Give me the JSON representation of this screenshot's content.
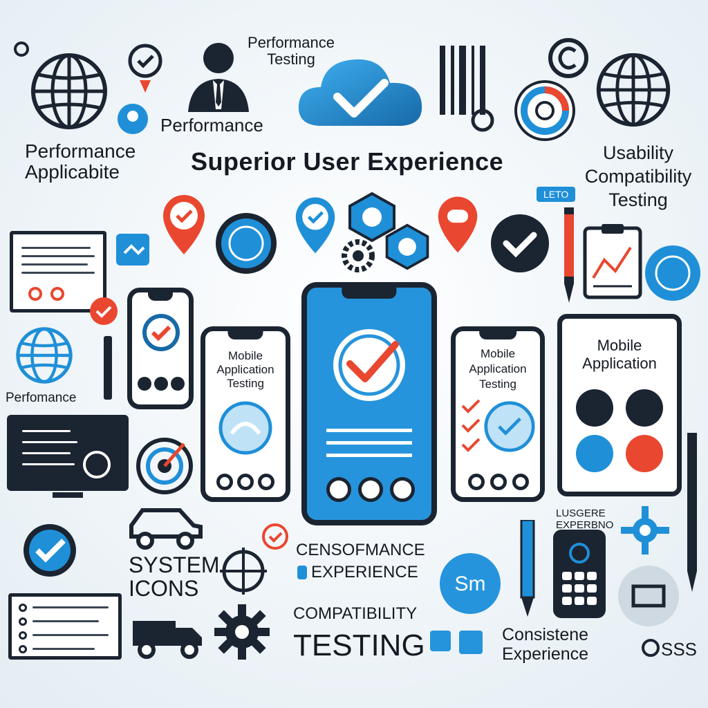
{
  "labels": {
    "headline": "Superior User Experience",
    "performance_testing_line1": "Performance",
    "performance_testing_line2": "Testing",
    "performance_top": "Performance",
    "performance_left_line1": "Performance",
    "performance_left_line2": "Applicabite",
    "usability_line1": "Usability",
    "usability_line2": "Compatibility",
    "usability_line3": "Testing",
    "performance_small": "Perfomance",
    "badge": "LETO",
    "phone_left_line1": "Mobile",
    "phone_left_line2": "Application",
    "phone_left_line3": "Testing",
    "phone_right_line1": "Mobile",
    "phone_right_line2": "Application",
    "phone_right_line3": "Testing",
    "tablet_line1": "Mobile",
    "tablet_line2": "Application",
    "system_line1": "SYSTEM",
    "system_line2": "ICONS",
    "censormance": "CENSOFMANCE",
    "experience_mid": "EXPERIENCE",
    "compat_line": "COMPATIBILITY",
    "testing_big": "TESTING",
    "lusgere_line1": "LUSGERE",
    "lusgere_line2": "EXPERBNO",
    "consistent_line1": "Consistene",
    "consistent_line2": "Experience",
    "sss": "SSS",
    "sm_circle": "Sm"
  },
  "colors": {
    "dark": "#1b2431",
    "blue": "#1f8fd8",
    "blue_dark": "#1769a8",
    "red": "#e9472f",
    "light_bg": "#eef4f8"
  },
  "icons": [
    "globe-icon",
    "person-icon",
    "cloud-check-icon",
    "target-icon",
    "map-pin-check-icon",
    "gear-icon",
    "car-icon",
    "truck-icon",
    "pencil-icon",
    "keypad-phone-icon",
    "monitor-icon",
    "laptop-icon",
    "checkmark-badge-icon",
    "crosshair-icon"
  ]
}
